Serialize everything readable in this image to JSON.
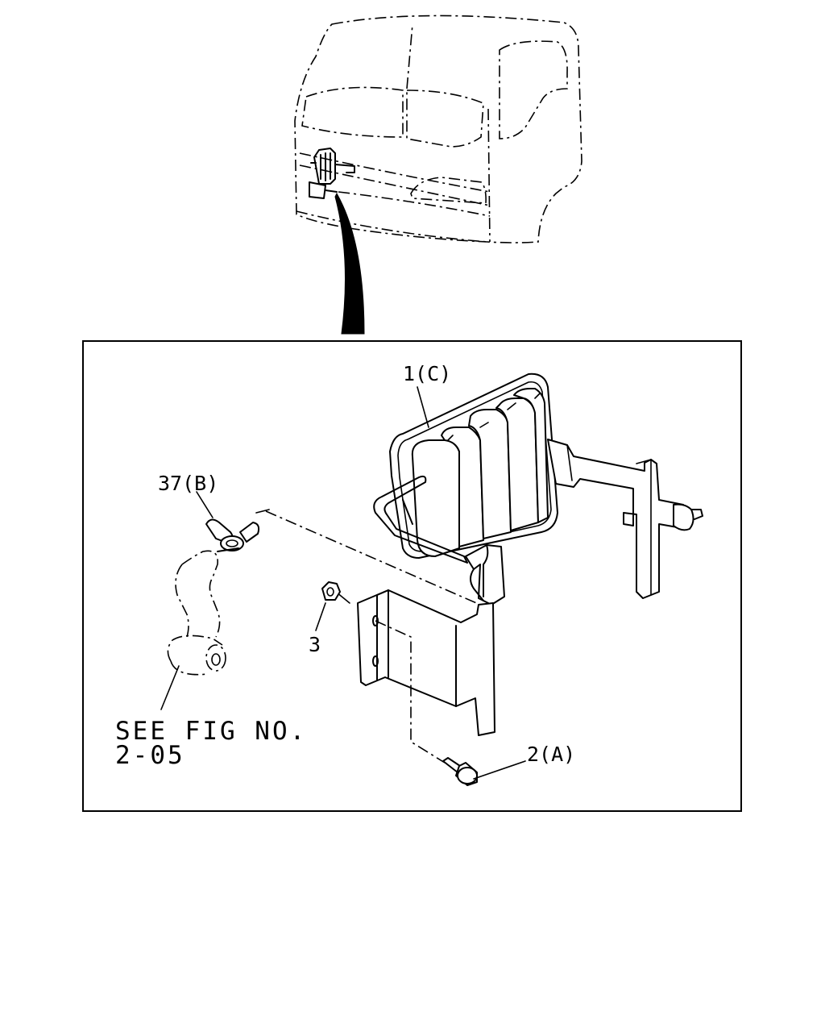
{
  "diagram": {
    "callouts": {
      "part_1": "1(C)",
      "part_37": "37(B)",
      "part_3": "3",
      "part_2": "2(A)"
    },
    "reference": {
      "line1": "SEE FIG NO.",
      "line2": "2-05"
    }
  }
}
